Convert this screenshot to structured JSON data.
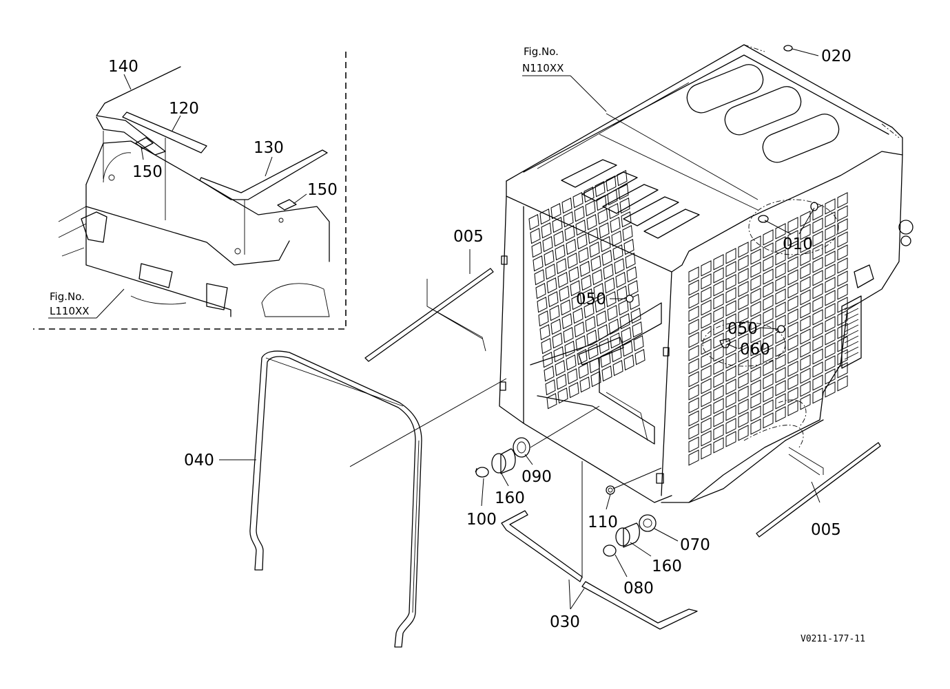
{
  "diagram": {
    "callouts": [
      {
        "id": "140",
        "label": "140"
      },
      {
        "id": "120",
        "label": "120"
      },
      {
        "id": "130",
        "label": "130"
      },
      {
        "id": "150a",
        "label": "150"
      },
      {
        "id": "150b",
        "label": "150"
      },
      {
        "id": "020",
        "label": "020"
      },
      {
        "id": "010",
        "label": "010"
      },
      {
        "id": "005a",
        "label": "005"
      },
      {
        "id": "005b",
        "label": "005"
      },
      {
        "id": "050a",
        "label": "050"
      },
      {
        "id": "050b",
        "label": "050"
      },
      {
        "id": "060",
        "label": "060"
      },
      {
        "id": "040",
        "label": "040"
      },
      {
        "id": "090",
        "label": "090"
      },
      {
        "id": "160a",
        "label": "160"
      },
      {
        "id": "160b",
        "label": "160"
      },
      {
        "id": "100",
        "label": "100"
      },
      {
        "id": "110",
        "label": "110"
      },
      {
        "id": "070",
        "label": "070"
      },
      {
        "id": "080",
        "label": "080"
      },
      {
        "id": "030",
        "label": "030"
      }
    ],
    "figure_refs": [
      {
        "id": "inset",
        "line1": "Fig.No.",
        "line2": "L110XX"
      },
      {
        "id": "main",
        "line1": "Fig.No.",
        "line2": "N110XX"
      }
    ],
    "document_id": "V0211-177-11"
  }
}
